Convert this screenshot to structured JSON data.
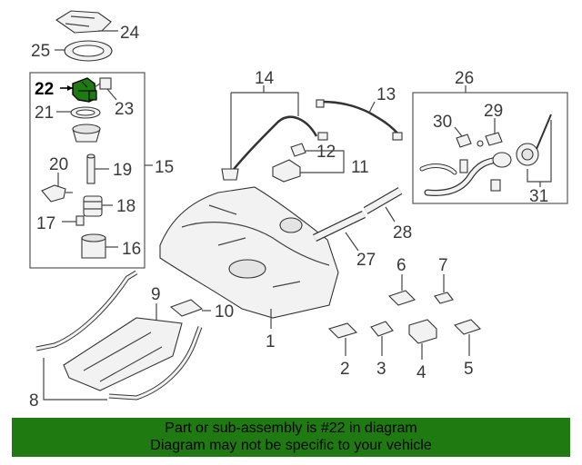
{
  "highlight_color": "#1f7a11",
  "callouts": {
    "c1": "1",
    "c2": "2",
    "c3": "3",
    "c4": "4",
    "c5": "5",
    "c6": "6",
    "c7": "7",
    "c8": "8",
    "c9": "9",
    "c10": "10",
    "c11": "11",
    "c12": "12",
    "c13": "13",
    "c14": "14",
    "c15": "15",
    "c16": "16",
    "c17": "17",
    "c18": "18",
    "c19": "19",
    "c20": "20",
    "c21": "21",
    "c22": "22",
    "c23": "23",
    "c24": "24",
    "c25": "25",
    "c26": "26",
    "c27": "27",
    "c28": "28",
    "c29": "29",
    "c30": "30",
    "c31": "31"
  },
  "footer": {
    "line1": "Part or sub-assembly is #22 in diagram",
    "line2": "Diagram may not be specific to your vehicle"
  }
}
